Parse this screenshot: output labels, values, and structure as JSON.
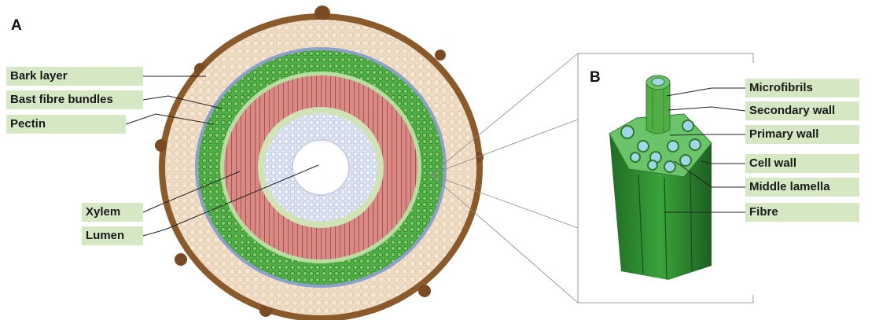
{
  "panel_a": {
    "letter": "A"
  },
  "panel_b": {
    "letter": "B"
  },
  "labels": {
    "bark_layer": "Bark layer",
    "bast_fibre_bundles": "Bast fibre bundles",
    "pectin": "Pectin",
    "xylem": "Xylem",
    "lumen": "Lumen",
    "microfibrils": "Microfibrils",
    "secondary_wall": "Secondary wall",
    "primary_wall": "Primary wall",
    "cell_wall": "Cell wall",
    "middle_lamella": "Middle lamella",
    "fibre": "Fibre"
  },
  "colors": {
    "label_bg": "#d6e7c4",
    "bark": "#8b5a2b",
    "cortex": "#ecd7bd",
    "bast": "#3f9a3a",
    "xylem": "#c96a6a",
    "pith": "#c9d3ea",
    "fibre_green": "#2e8b2e",
    "cell_blue": "#9fd6ea"
  }
}
